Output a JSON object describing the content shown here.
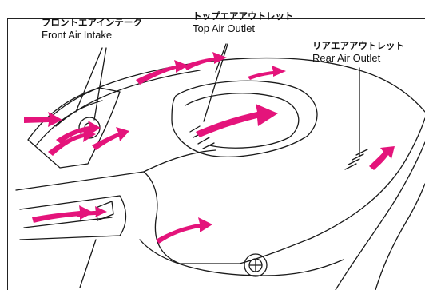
{
  "labels": {
    "front": {
      "ja": "フロントエアインテーク",
      "en": "Front Air Intake"
    },
    "top": {
      "ja": "トップエアアウトレット",
      "en": "Top Air Outlet"
    },
    "rear": {
      "ja": "リアエアアウトレット",
      "en": "Rear Air Outlet"
    }
  },
  "colors": {
    "line": "#1a1a1a",
    "arrow": "#e4147b",
    "background": "#ffffff"
  }
}
